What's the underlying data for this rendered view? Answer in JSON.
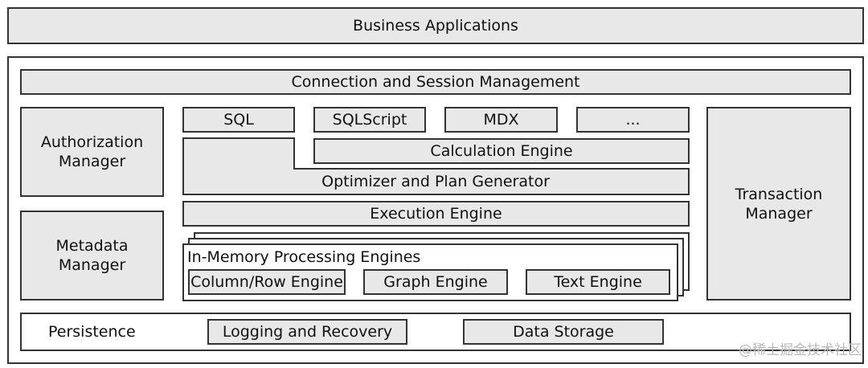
{
  "business_applications": "Business Applications",
  "connection_session": "Connection and Session Management",
  "authorization_manager": "Authorization Manager",
  "metadata_manager": "Metadata Manager",
  "transaction_manager": "Transaction Manager",
  "languages": {
    "sql": "SQL",
    "sqlscript": "SQLScript",
    "mdx": "MDX",
    "more": "..."
  },
  "calculation_engine": "Calculation Engine",
  "optimizer": "Optimizer and Plan Generator",
  "execution_engine": "Execution Engine",
  "in_memory": {
    "title": "In-Memory Processing Engines",
    "column_row": "Column/Row Engine",
    "graph": "Graph Engine",
    "text": "Text Engine"
  },
  "persistence": {
    "label": "Persistence",
    "logging": "Logging and Recovery",
    "data_storage": "Data Storage"
  },
  "watermark": "@稀土掘金技术社区",
  "colors": {
    "box_fill": "#e8e8e8",
    "border": "#333333",
    "background": "#ffffff"
  }
}
